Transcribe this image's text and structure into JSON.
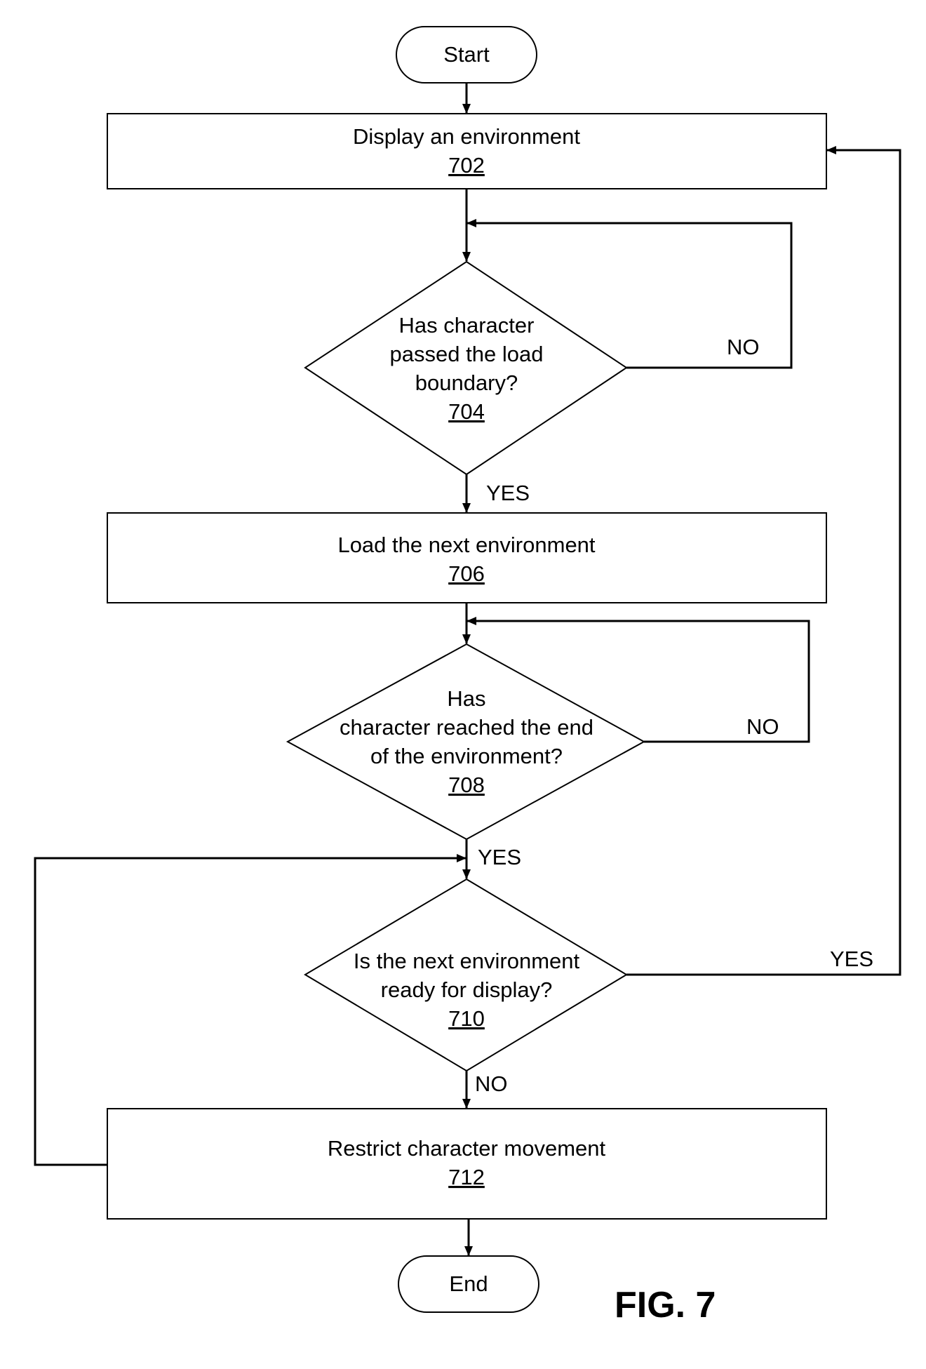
{
  "figure_caption": "FIG. 7",
  "nodes": {
    "start": {
      "label": "Start"
    },
    "n702": {
      "lines": [
        "Display an environment"
      ],
      "ref": "702"
    },
    "n704": {
      "lines": [
        "Has character",
        "passed the load",
        "boundary?"
      ],
      "ref": "704"
    },
    "n706": {
      "lines": [
        "Load the next environment"
      ],
      "ref": "706"
    },
    "n708": {
      "lines": [
        "Has",
        "character reached the end",
        "of the environment?"
      ],
      "ref": "708"
    },
    "n710": {
      "lines": [
        "Is the next environment",
        "ready for display?"
      ],
      "ref": "710"
    },
    "n712": {
      "lines": [
        "Restrict character movement"
      ],
      "ref": "712"
    },
    "end": {
      "label": "End"
    }
  },
  "edge_labels": {
    "e704_no": "NO",
    "e704_yes": "YES",
    "e708_no": "NO",
    "e708_yes": "YES",
    "e710_yes": "YES",
    "e710_no": "NO"
  }
}
